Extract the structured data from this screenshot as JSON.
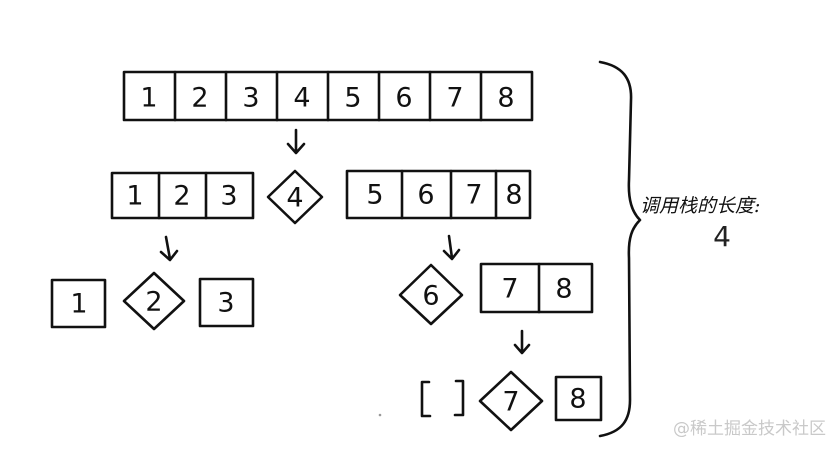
{
  "rows": {
    "top": [
      "1",
      "2",
      "3",
      "4",
      "5",
      "6",
      "7",
      "8"
    ],
    "level2_left": [
      "1",
      "2",
      "3"
    ],
    "level2_pivot": "4",
    "level2_right": [
      "5",
      "6",
      "7",
      "8"
    ],
    "level3_left": "1",
    "level3_pivot": "2",
    "level3_right": "3",
    "level3b_pivot": "6",
    "level3b_right": [
      "7",
      "8"
    ],
    "level4_empty": "[ ]",
    "level4_pivot": "7",
    "level4_right": "8"
  },
  "annotation": {
    "label": "调用栈的长度:",
    "value": "4"
  },
  "watermark": "@稀土掘金技术社区"
}
